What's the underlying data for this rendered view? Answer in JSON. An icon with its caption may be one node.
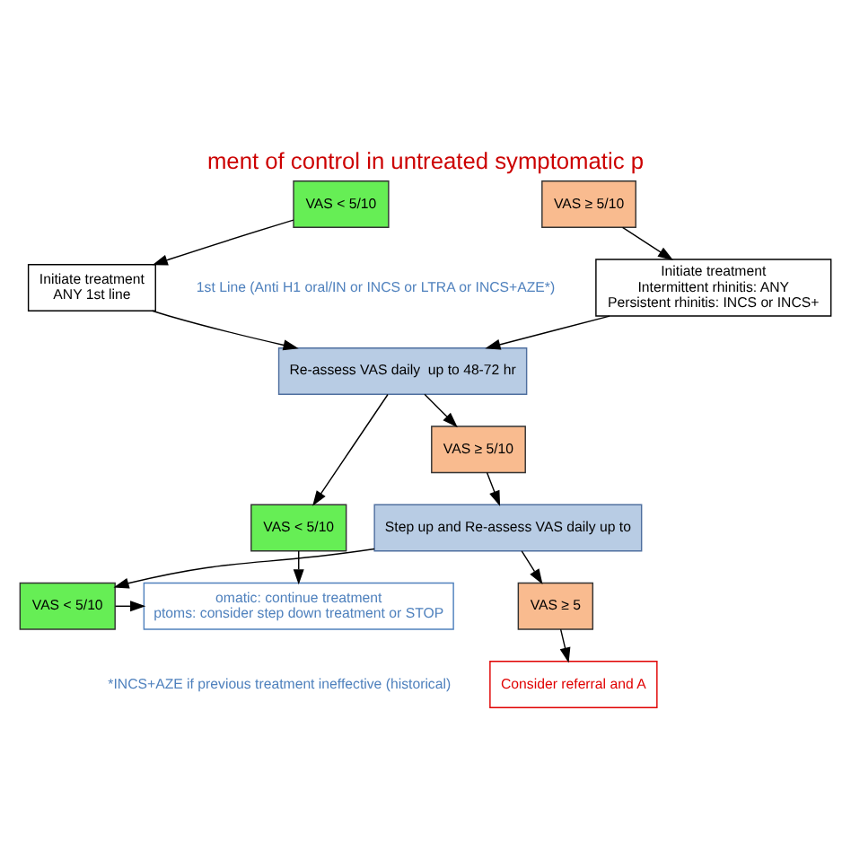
{
  "diagram": {
    "title": "ment of control in untreated symptomatic p",
    "nodes": [
      {
        "text": [
          "VAS < 5/10"
        ]
      },
      {
        "text": [
          "Initiate treatment",
          "ANY 1st line"
        ]
      },
      {
        "text": [
          "VAS ≥ 5/10"
        ]
      },
      {
        "text": [
          "Initiate treatment",
          "Intermittent rhinitis: ANY",
          "Persistent rhinitis: INCS or INCS+"
        ]
      },
      {
        "text": [
          "Re-assess VAS daily  up to 48-72 hr"
        ]
      },
      {
        "text": [
          "VAS < 5/10"
        ]
      },
      {
        "text": [
          "VAS ≥ 5/10"
        ]
      },
      {
        "text": [
          "Step up and Re-assess VAS daily up to"
        ]
      },
      {
        "text": [
          "omatic: continue treatment",
          "ptoms: consider step down treatment or STOP"
        ]
      },
      {
        "text": [
          "VAS < 5/10"
        ]
      },
      {
        "text": [
          "VAS ≥ 5"
        ]
      },
      {
        "text": [
          "Consider referral and A"
        ]
      }
    ],
    "edges": [
      {
        "from": 0,
        "to": 1,
        "arrow": "to"
      },
      {
        "from": 2,
        "to": 3,
        "arrow": "to"
      },
      {
        "from": 1,
        "to": 4,
        "arrow": "to"
      },
      {
        "from": 3,
        "to": 4,
        "arrow": "to"
      },
      {
        "from": 4,
        "to": 5,
        "arrow": "to"
      },
      {
        "from": 4,
        "to": 6,
        "arrow": "to"
      },
      {
        "from": 6,
        "to": 7,
        "arrow": "to"
      },
      {
        "from": 5,
        "to": 8,
        "arrow": "to"
      },
      {
        "from": 7,
        "to": 9,
        "arrow": "to"
      },
      {
        "from": 7,
        "to": 10,
        "arrow": "to"
      },
      {
        "from": 9,
        "to": 8,
        "arrow": "to"
      },
      {
        "from": 10,
        "to": 11,
        "arrow": "to"
      }
    ],
    "labels": [
      "1st Line (Anti H1 oral/IN or INCS or LTRA or INCS+AZE*)",
      "*INCS+AZE if previous treatment ineffective (historical)"
    ]
  }
}
